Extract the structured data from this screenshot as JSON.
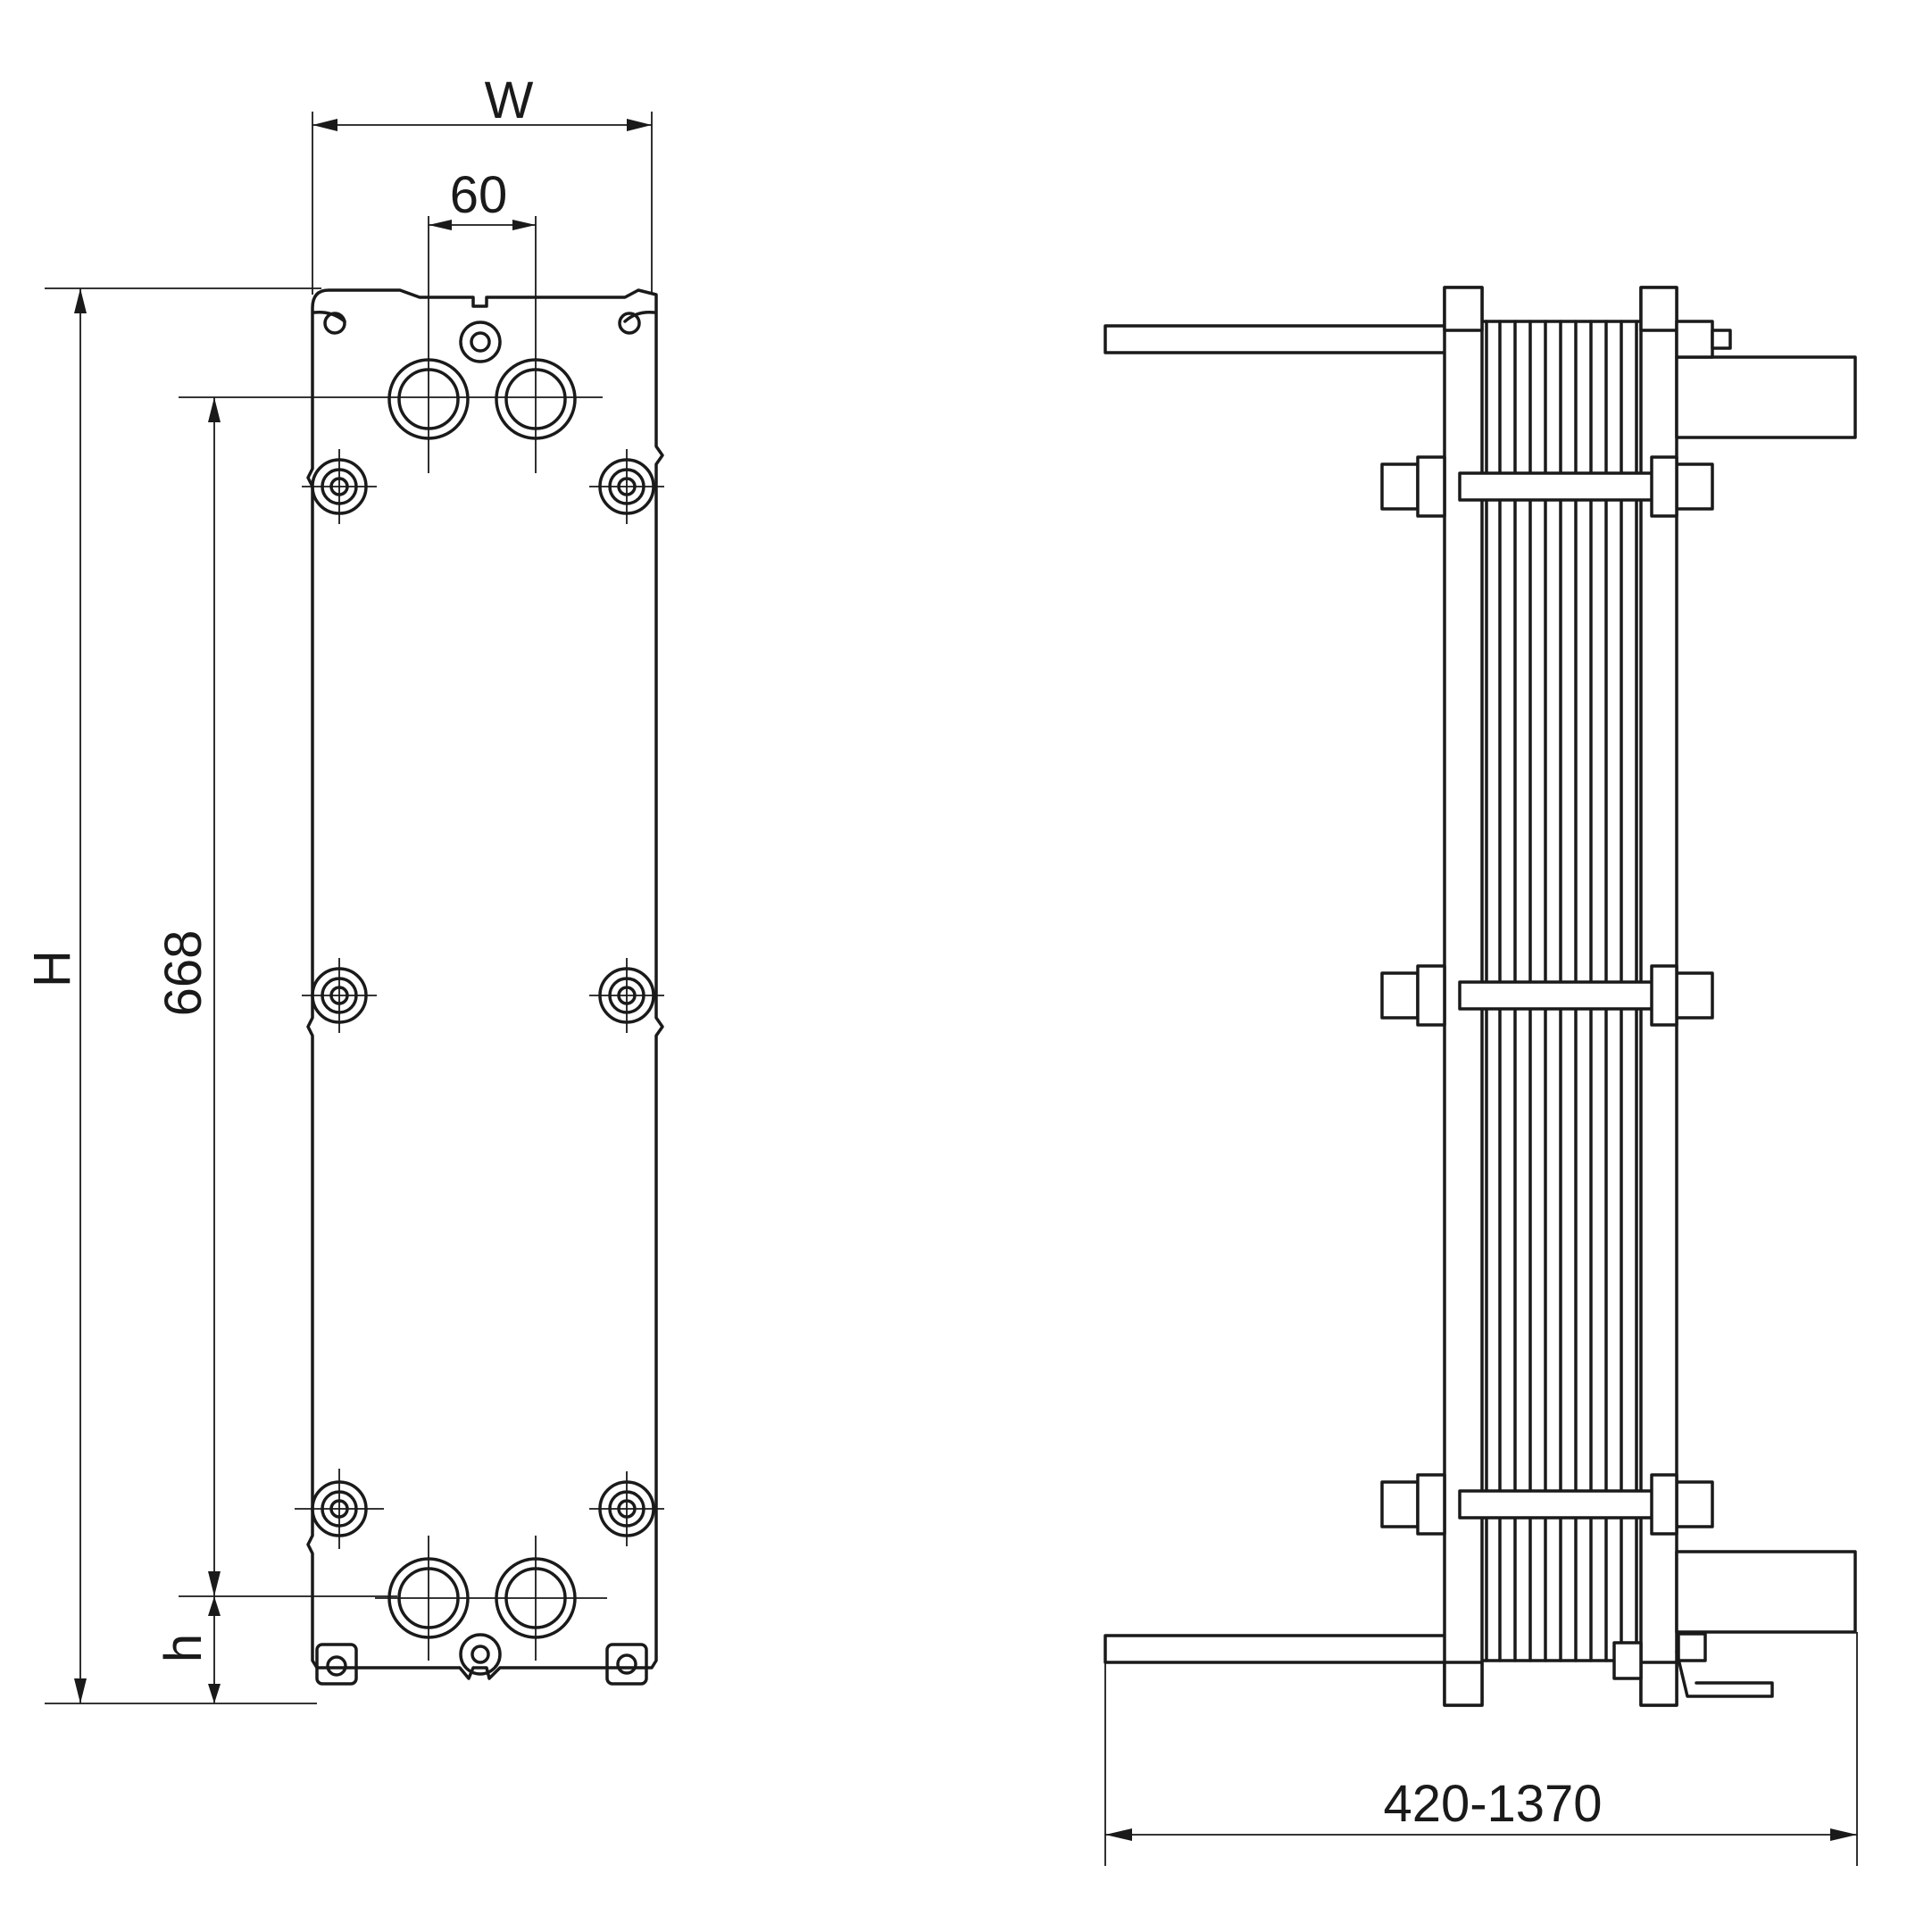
{
  "dimensions": {
    "width_label": "W",
    "port_spacing_label": "60",
    "height_label": "H",
    "port_center_distance_label": "668",
    "bottom_offset_label": "h",
    "length_range_label": "420-1370"
  }
}
